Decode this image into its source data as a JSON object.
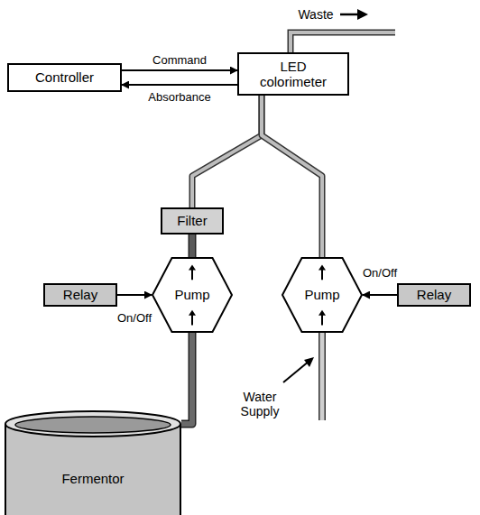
{
  "diagram": {
    "nodes": [
      {
        "text": [
          "Controller"
        ]
      },
      {
        "text": [
          "LED colorimeter"
        ]
      },
      {
        "text": [
          "Filter"
        ]
      },
      {
        "text": [
          "Relay"
        ]
      },
      {
        "text": [
          "Pump"
        ]
      },
      {
        "text": [
          "Pump"
        ]
      },
      {
        "text": [
          "Relay"
        ]
      },
      {
        "text": [
          "Fermentor"
        ]
      }
    ],
    "edges": [
      {
        "from": 0,
        "to": 1,
        "label": "Command",
        "arrow": "to"
      },
      {
        "from": 1,
        "to": 0,
        "label": "Absorbance",
        "arrow": "to"
      },
      {
        "from": 7,
        "to": 4,
        "arrow": "none"
      },
      {
        "from": 4,
        "to": 2,
        "arrow": "none"
      },
      {
        "from": 2,
        "to": 1,
        "arrow": "none"
      },
      {
        "from": 5,
        "to": 1,
        "arrow": "none"
      },
      {
        "from": 3,
        "to": 4,
        "label": "On/Off",
        "arrow": "to"
      },
      {
        "from": 6,
        "to": 5,
        "label": "On/Off",
        "arrow": "to"
      }
    ],
    "labels": [
      "Waste",
      "Water Supply"
    ]
  }
}
